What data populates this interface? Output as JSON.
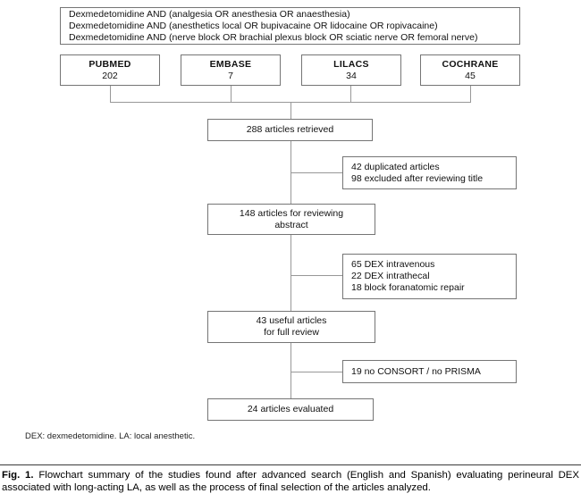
{
  "flowchart": {
    "query_box": {
      "lines": [
        "Dexmedetomidine AND (analgesia OR anesthesia OR anaesthesia)",
        "Dexmedetomidine AND (anesthetics local OR bupivacaine OR lidocaine OR ropivacaine)",
        "Dexmedetomidine AND (nerve block OR brachial plexus block OR sciatic nerve OR femoral nerve)"
      ]
    },
    "databases": [
      {
        "name": "PUBMED",
        "count": "202"
      },
      {
        "name": "EMBASE",
        "count": "7"
      },
      {
        "name": "LILACS",
        "count": "34"
      },
      {
        "name": "COCHRANE",
        "count": "45"
      }
    ],
    "retrieved_box": {
      "text": "288 articles retrieved"
    },
    "excluded_box_1": {
      "lines": [
        "42 duplicated articles",
        "98 excluded after reviewing title"
      ]
    },
    "abstract_box": {
      "lines": [
        "148 articles for reviewing",
        "abstract"
      ]
    },
    "excluded_box_2": {
      "lines": [
        "65 DEX intravenous",
        "22 DEX intrathecal",
        "18 block foranatomic repair"
      ]
    },
    "full_review_box": {
      "lines": [
        "43 useful articles",
        "for full review"
      ]
    },
    "excluded_box_3": {
      "text": "19 no CONSORT / no PRISMA"
    },
    "evaluated_box": {
      "text": "24 articles evaluated"
    },
    "footnote": "DEX: dexmedetomidine. LA: local anesthetic."
  },
  "caption": {
    "label": "Fig. 1.",
    "text": "Flowchart summary of the studies found after advanced search (English and Spanish) evaluating perineural DEX associated with long-acting LA, as well as the process of final selection of the articles analyzed."
  },
  "colors": {
    "connector_line": "#989898",
    "box_border": "#757575",
    "text": "#111111",
    "background": "#ffffff"
  }
}
